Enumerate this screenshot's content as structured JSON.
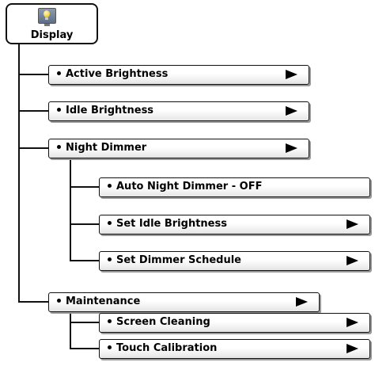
{
  "root": {
    "label": "Display",
    "icon": "display-settings-icon"
  },
  "items": [
    {
      "label": "Active Brightness",
      "has_arrow": true
    },
    {
      "label": "Idle Brightness",
      "has_arrow": true
    },
    {
      "label": "Night Dimmer",
      "has_arrow": true,
      "children": [
        {
          "label": "Auto Night Dimmer - OFF",
          "has_arrow": false
        },
        {
          "label": "Set Idle Brightness",
          "has_arrow": true
        },
        {
          "label": "Set Dimmer Schedule",
          "has_arrow": true
        }
      ]
    },
    {
      "label": "Maintenance",
      "has_arrow": true,
      "children": [
        {
          "label": "Screen Cleaning",
          "has_arrow": true
        },
        {
          "label": "Touch Calibration",
          "has_arrow": true
        }
      ]
    }
  ]
}
